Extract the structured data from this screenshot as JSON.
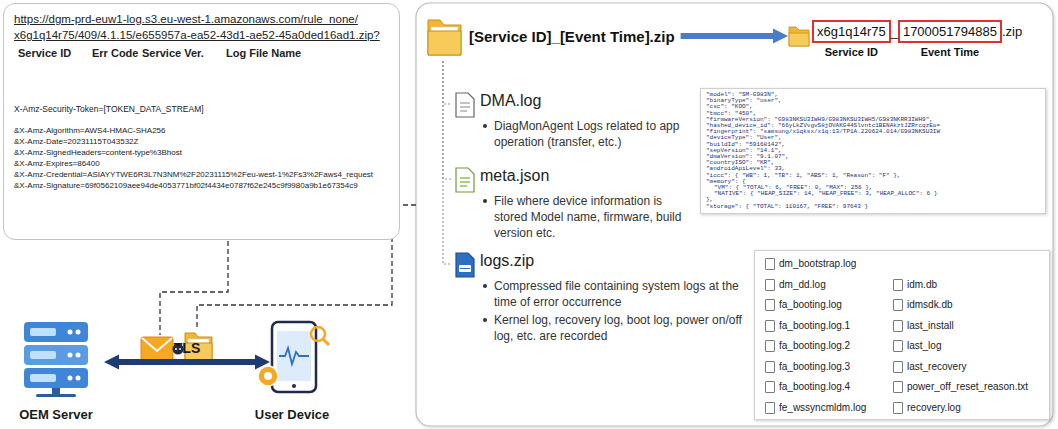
{
  "diagram": {
    "nodes": [
      {
        "text": [
          "https://dgm-prd-euw1-log.s3.eu-west-1.amazonaws.com/rule_none/",
          "x6g1q14r75/409/4.1.15/e655957a-ea52-43d1-ae52-45a0ded16ad1.zip?",
          "Service ID",
          "Err Code",
          "Service Ver.",
          "Log File Name",
          "X-Amz-Security-Token=[TOKEN_DATA_STREAM]",
          "&X-Amz-Algorithm=AWS4-HMAC-SHA256",
          "&X-Amz-Date=20231115T043532Z",
          "&X-Amz-SignedHeaders=content-type%3Bhost",
          "&X-Amz-Expires=86400",
          "&X-Amz-Credential=ASIAYYTWE6R3L7N3NM%2F20231115%2Feu-west-1%2Fs3%2Faws4_request",
          "&X-Amz-Signature=69f0562109aee94de4053771bf02f4434e0787f62e245c9f9980a9b1e67354c9"
        ]
      },
      {
        "text": [
          "OEM Server"
        ]
      },
      {
        "text": [
          "User Device"
        ]
      },
      {
        "text": [
          "[Service ID]_[Event Time].zip"
        ]
      },
      {
        "text": [
          "x6g1q14r75",
          "_",
          "1700051794885",
          ".zip",
          "Service ID",
          "Event Time"
        ]
      },
      {
        "text": [
          "DMA.log",
          "DiagMonAgent Logs related to app operation (transfer, etc.)"
        ]
      },
      {
        "text": [
          "meta.json",
          "File where device information is stored Model name, firmware, build version etc."
        ]
      },
      {
        "text": [
          "logs.zip",
          "Compressed file containing system logs at the time of error occurrence",
          "Kernel log, recovery log, boot log, power on/off log, etc. are recorded"
        ]
      },
      {
        "text": [
          "\"model\": \"SM-G983N\",",
          "\"binaryType\": \"user\",",
          "\"csc\": \"KOO\",",
          "\"tmcc\": \"450\",",
          "\"firmwareVersion\": \"G983NKSU3IWH9/G983NKSU3IWH5/G983NKRR3IWH9\",",
          "\"hashed_device_id\": \"66yLkZVvgvS8jOVAKG44Slvntc1BENAkztJZRrcqzEo=",
          "\"fingerprint\": \"samsung/x1qksx/x1q:13/TP1A.220624.014/G983NKSU3IW",
          "\"deviceType\": \"User\",",
          "\"buildId\": \"59168142\",",
          "\"sepVersion\": \"14.1\",",
          "\"dmaVersion\": \"9.1.07\",",
          "\"countryISO\": \"KR\",",
          "\"androidApiLevel\": 33,",
          "\"iccc\": { \"WB\": 1, \"TB\": 1, \"ABS\": 1, \"Reason\": \"F\" },",
          "\"memory\": {",
          "\"VM\": { \"TOTAL\": 6, \"FREE\": 0, \"MAX\": 256 },",
          "\"NATIVE\": { \"HEAP_SIZE\": 14, \"HEAP_FREE\": 3, \"HEAP_ALLOC\": 6 }",
          "},",
          "\"storage\": { \"TOTAL\": 110167, \"FREE\": 97643 }"
        ]
      },
      {
        "text": [
          "dm_bootstrap.log",
          "dm_dd.log",
          "fa_booting.log",
          "fa_booting.log.1",
          "fa_booting.log.2",
          "fa_booting.log.3",
          "fa_booting.log.4",
          "fe_wssyncmldm.log",
          "idm.db",
          "idmsdk.db",
          "last_install",
          "last_log",
          "last_recovery",
          "power_off_reset_reason.txt",
          "recovery.log"
        ]
      }
    ],
    "edges": [
      {
        "from": 1,
        "to": 2,
        "label": "TLS",
        "arrow": "both"
      },
      {
        "from": 3,
        "to": 4,
        "arrow": "to"
      },
      {
        "from": 3,
        "to": 5,
        "arrow": "none"
      },
      {
        "from": 3,
        "to": 6,
        "arrow": "none"
      },
      {
        "from": 3,
        "to": 7,
        "arrow": "none"
      }
    ]
  }
}
